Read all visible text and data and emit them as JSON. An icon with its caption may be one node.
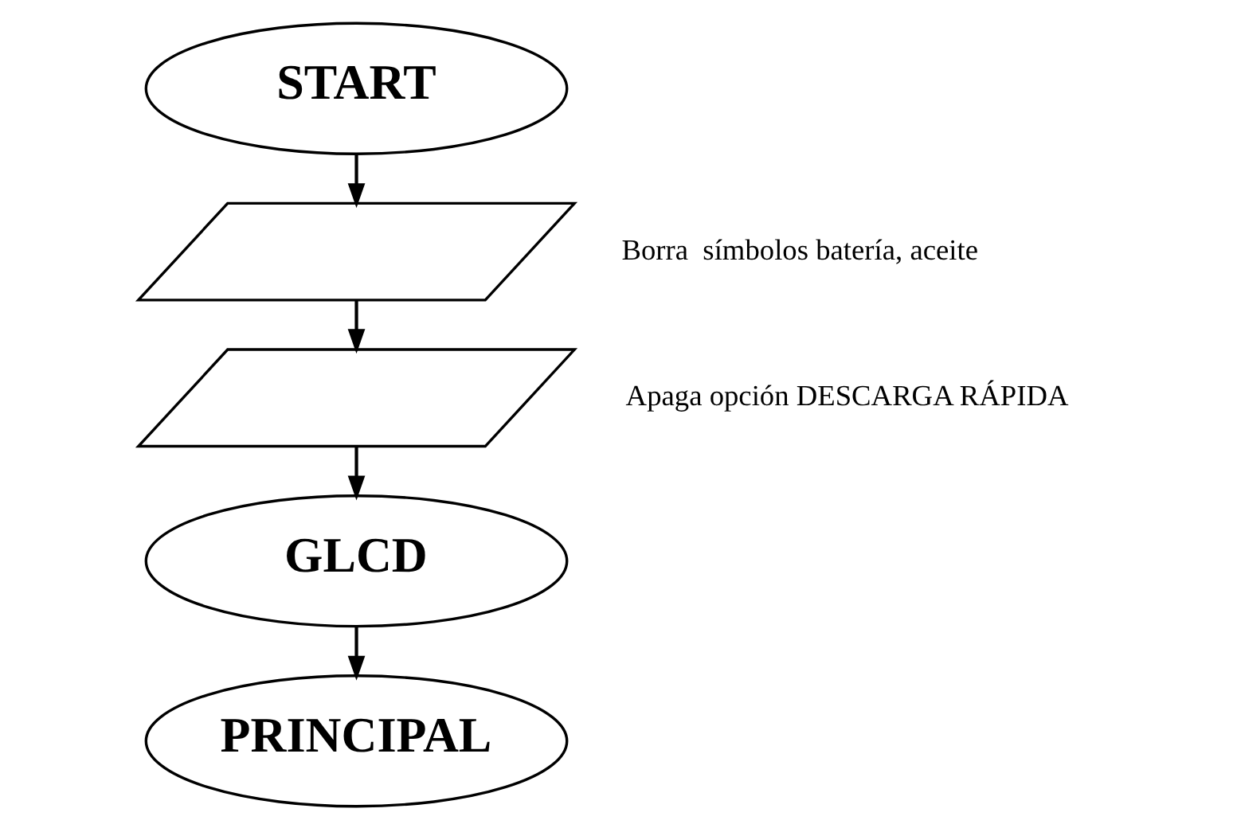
{
  "diagram": {
    "nodes": [
      {
        "text": [
          "START"
        ]
      },
      {
        "text": [],
        "shape": "parallelogram",
        "beside": [
          "Borra  símbolos batería, aceite"
        ]
      },
      {
        "text": [],
        "shape": "parallelogram",
        "beside": [
          "Apaga opción DESCARGA RÁPIDA"
        ]
      },
      {
        "text": [
          "GLCD"
        ]
      },
      {
        "text": [
          "PRINCIPAL"
        ]
      }
    ],
    "edges": [
      {
        "from": 0,
        "to": 1,
        "arrow": "to"
      },
      {
        "from": 1,
        "to": 2,
        "arrow": "to"
      },
      {
        "from": 2,
        "to": 3,
        "arrow": "to"
      },
      {
        "from": 3,
        "to": 4,
        "arrow": "to"
      }
    ]
  }
}
